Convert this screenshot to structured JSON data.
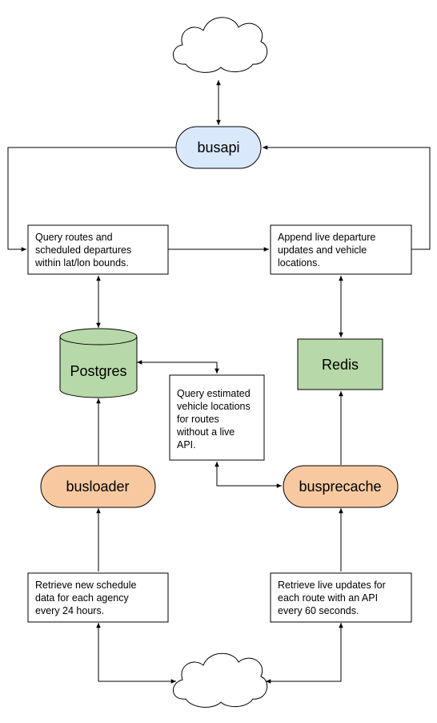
{
  "nodes": {
    "busapi": {
      "label": "busapi",
      "fill": "#dae8fc",
      "stroke": "#000000"
    },
    "query_routes": {
      "lines": [
        "Query routes and",
        "scheduled departures",
        "within lat/lon bounds."
      ]
    },
    "append_live": {
      "lines": [
        "Append live departure",
        "updates and vehicle",
        "locations."
      ]
    },
    "postgres": {
      "label": "Postgres",
      "fill": "#b7d8a8",
      "stroke": "#000000"
    },
    "redis": {
      "label": "Redis",
      "fill": "#b7d8a8",
      "stroke": "#000000"
    },
    "query_estimated": {
      "lines": [
        "Query estimated",
        "vehicle locations",
        "for routes",
        "without a live",
        "API."
      ]
    },
    "busloader": {
      "label": "busloader",
      "fill": "#f8c9a0",
      "stroke": "#000000"
    },
    "busprecache": {
      "label": "busprecache",
      "fill": "#f8c9a0",
      "stroke": "#000000"
    },
    "retrieve_schedule": {
      "lines": [
        "Retrieve new schedule",
        "data for each agency",
        "every 24 hours."
      ]
    },
    "retrieve_live": {
      "lines": [
        "Retrieve live updates for",
        "each route with an API",
        "every 60 seconds."
      ]
    }
  },
  "icons": [
    "cloud-icon-top",
    "cloud-icon-bottom"
  ]
}
